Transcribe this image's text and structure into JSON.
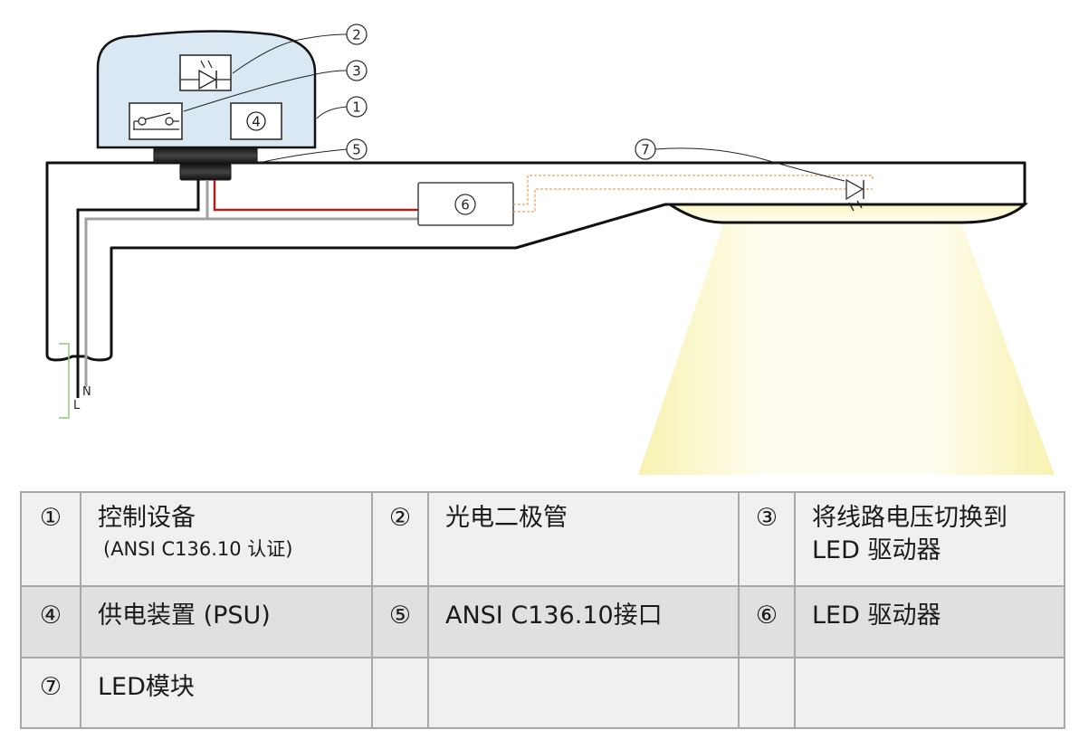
{
  "diagram": {
    "title": "LED street light with ANSI C136.10 control device",
    "callouts": [
      "1",
      "2",
      "3",
      "4",
      "5",
      "6",
      "7"
    ],
    "wire_labels": {
      "neutral": "N",
      "live": "L"
    },
    "colors": {
      "controller_fill": "#d9e8f2",
      "connector": "#1c1c1c",
      "live_wire": "#b01e1e",
      "neutral_wire": "#a0a0a0",
      "ground_wire": "#8ccc7a",
      "led_wire": "#f0a060",
      "light_beam": "#fbf6c4"
    }
  },
  "legend": {
    "rows": [
      [
        {
          "num": "①",
          "label": "控制设备",
          "sub": "(ANSI C136.10 认证)"
        },
        {
          "num": "②",
          "label": "光电二极管",
          "sub": ""
        },
        {
          "num": "③",
          "label": "将线路电压切换到LED 驱动器",
          "sub": ""
        }
      ],
      [
        {
          "num": "④",
          "label": "供电装置 (PSU)",
          "sub": ""
        },
        {
          "num": "⑤",
          "label": "ANSI C136.10接口",
          "sub": ""
        },
        {
          "num": "⑥",
          "label": "LED 驱动器",
          "sub": ""
        }
      ],
      [
        {
          "num": "⑦",
          "label": "LED模块",
          "sub": ""
        },
        {
          "num": "",
          "label": "",
          "sub": ""
        },
        {
          "num": "",
          "label": "",
          "sub": ""
        }
      ]
    ]
  }
}
